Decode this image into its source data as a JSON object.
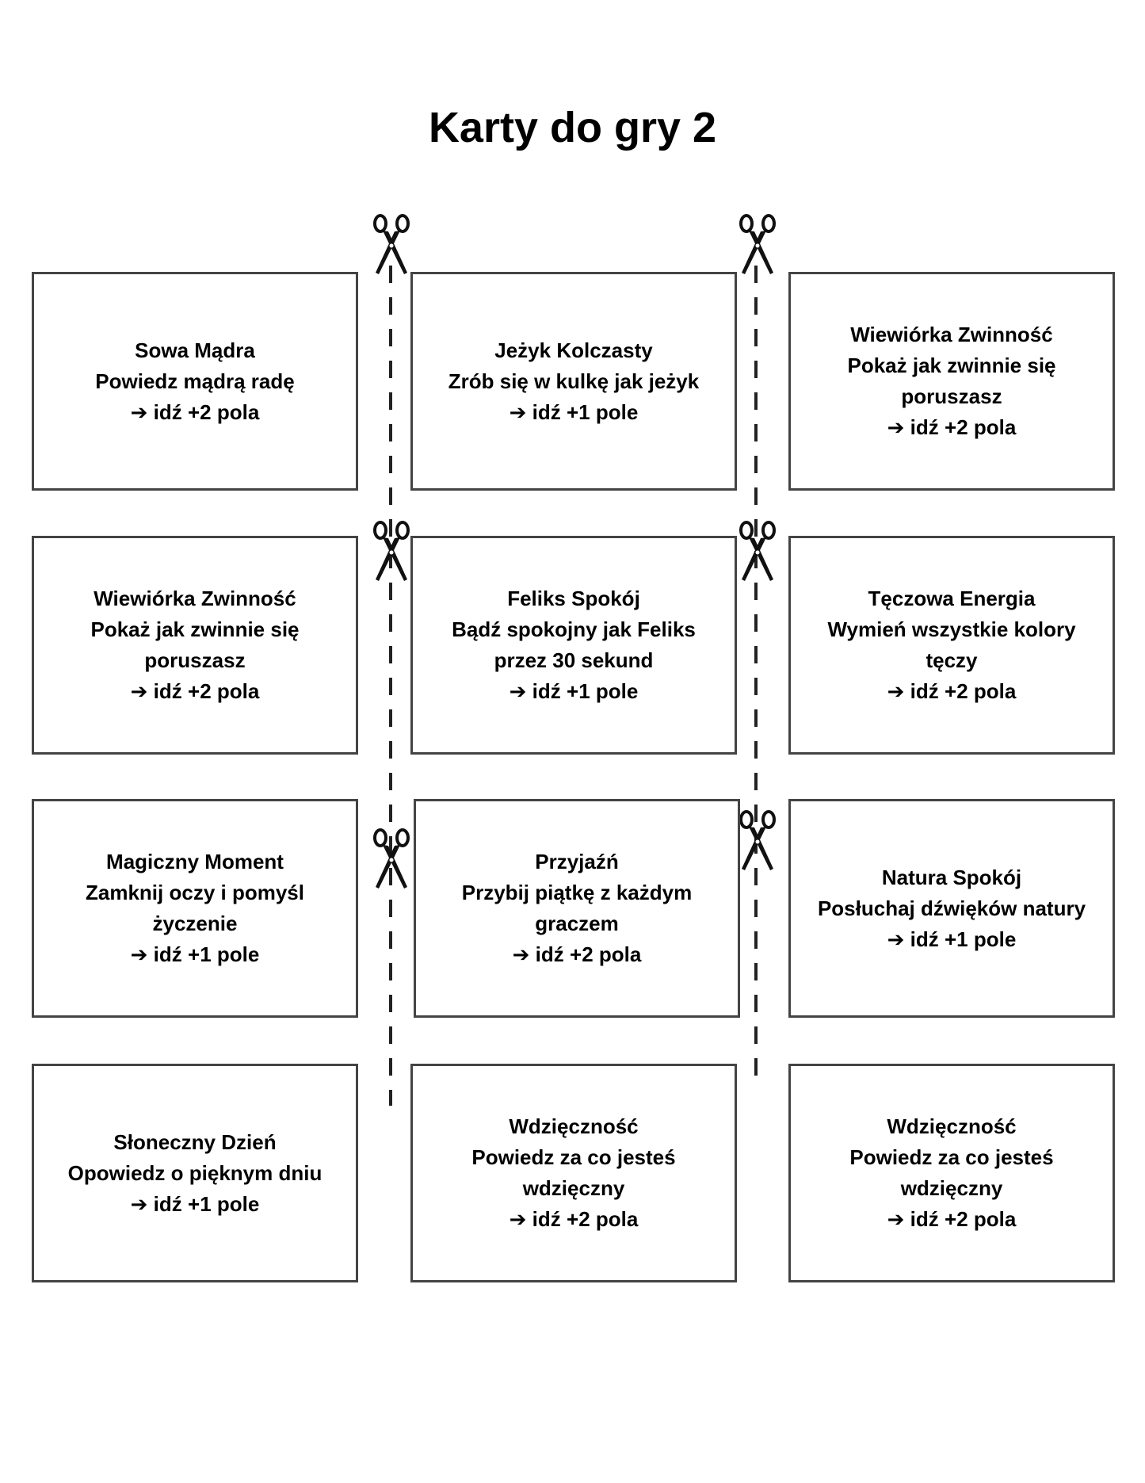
{
  "title": "Karty do gry 2",
  "cards": [
    {
      "name": "Sowa Mądra",
      "task": "Powiedz mądrą radę",
      "move": "➔ idź +2 pola"
    },
    {
      "name": "Jeżyk Kolczasty",
      "task": "Zrób się w kulkę jak jeżyk",
      "move": "➔ idź +1 pole"
    },
    {
      "name": "Wiewiórka Zwinność",
      "task": "Pokaż jak zwinnie się poruszasz",
      "move": "➔ idź +2 pola"
    },
    {
      "name": "Wiewiórka Zwinność",
      "task": "Pokaż jak zwinnie się poruszasz",
      "move": "➔ idź +2 pola"
    },
    {
      "name": "Feliks Spokój",
      "task": "Bądź spokojny jak Feliks przez 30 sekund",
      "move": "➔ idź +1 pole"
    },
    {
      "name": "Tęczowa Energia",
      "task": "Wymień wszystkie kolory tęczy",
      "move": "➔ idź +2 pola"
    },
    {
      "name": "Magiczny Moment",
      "task": "Zamknij oczy i pomyśl życzenie",
      "move": "➔ idź +1 pole"
    },
    {
      "name": "Przyjaźń",
      "task": "Przybij piątkę z każdym graczem",
      "move": "➔ idź +2 pola"
    },
    {
      "name": "Natura Spokój",
      "task": "Posłuchaj dźwięków natury",
      "move": "➔ idź +1 pole"
    },
    {
      "name": "Słoneczny Dzień",
      "task": "Opowiedz o pięknym dniu",
      "move": "➔ idź +1 pole"
    },
    {
      "name": "Wdzięczność",
      "task": "Powiedz za co jesteś wdzięczny",
      "move": "➔ idź +2 pola"
    },
    {
      "name": "Wdzięczność",
      "task": "Powiedz za co jesteś wdzięczny",
      "move": "➔ idź +2 pola"
    }
  ],
  "icons": {
    "cut": "scissors-icon",
    "cut_line": "dashed-cut-line"
  }
}
